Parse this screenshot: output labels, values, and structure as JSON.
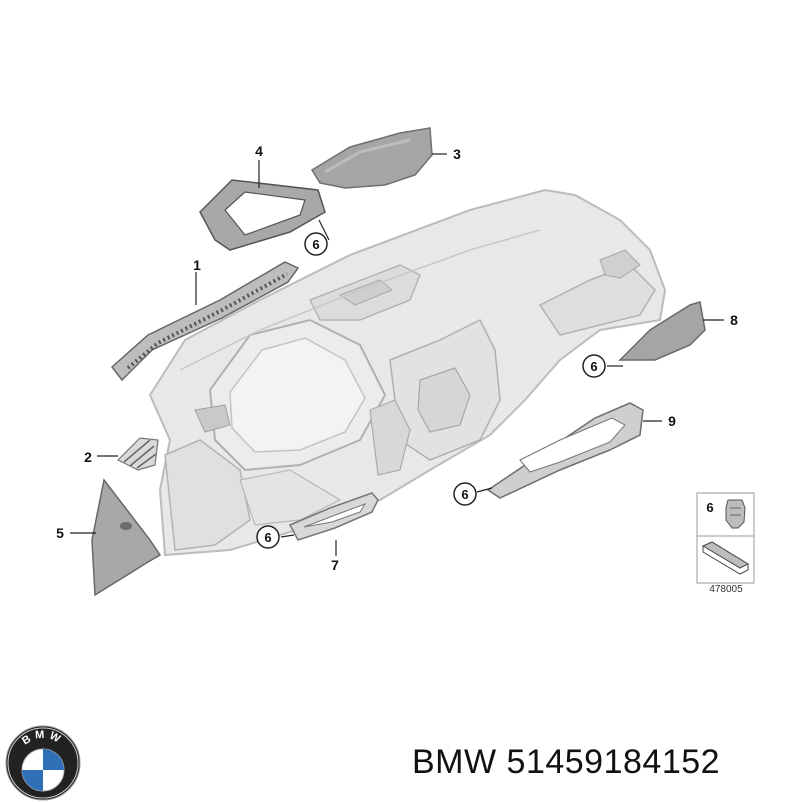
{
  "diagram": {
    "callouts": [
      "1",
      "2",
      "3",
      "4",
      "5",
      "6",
      "7",
      "8",
      "9"
    ],
    "clip_label": "6",
    "reference_number": "478005"
  },
  "logo": {
    "letters": "BMW"
  },
  "footer": {
    "brand": "BMW",
    "part_number": "51459184152"
  },
  "colors": {
    "part_fill": "#e6e6e6",
    "part_stroke": "#b9b9b9",
    "trim_fill": "#bdbdbd",
    "trim_dark": "#8c8c8c",
    "logo_blue": "#2e6fb5"
  }
}
